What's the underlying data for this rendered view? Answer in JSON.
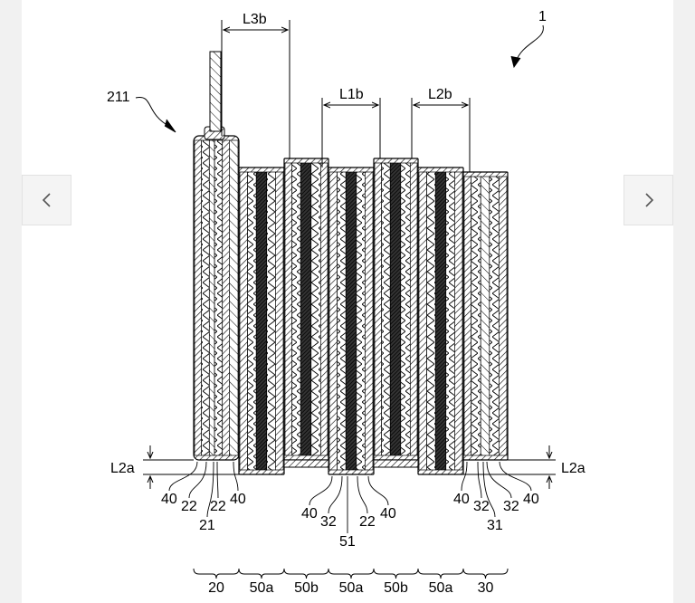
{
  "viewer": {
    "prev_icon": "chevron-left-icon",
    "next_icon": "chevron-right-icon"
  },
  "figure": {
    "ref_device": "1",
    "ref_tab": "211",
    "dims": {
      "L3b": "L3b",
      "L1b": "L1b",
      "L2b": "L2b",
      "L2a_left": "L2a",
      "L2a_right": "L2a"
    },
    "bottom_labels": {
      "left": [
        "40",
        "22",
        "22",
        "40",
        "21"
      ],
      "middle": [
        "40",
        "32",
        "22",
        "40",
        "51"
      ],
      "right": [
        "40",
        "32",
        "32",
        "40",
        "31"
      ]
    },
    "groups": [
      "20",
      "50a",
      "50b",
      "50a",
      "50b",
      "50a",
      "30"
    ]
  }
}
